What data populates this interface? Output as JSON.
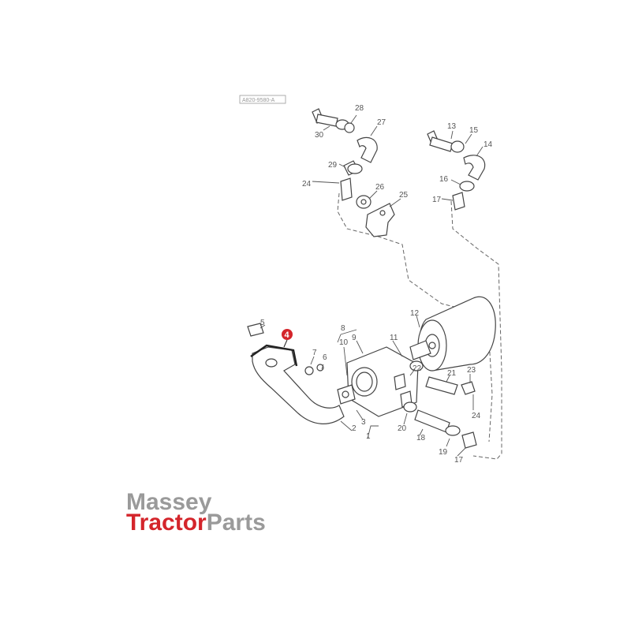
{
  "drawing_ref": "A820-9580-A",
  "highlight": {
    "number": "4",
    "color": "#d4252b"
  },
  "callouts": [
    {
      "id": "30",
      "label": "30"
    },
    {
      "id": "28",
      "label": "28"
    },
    {
      "id": "27",
      "label": "27"
    },
    {
      "id": "29",
      "label": "29"
    },
    {
      "id": "24a",
      "label": "24"
    },
    {
      "id": "26",
      "label": "26"
    },
    {
      "id": "25",
      "label": "25"
    },
    {
      "id": "13a",
      "label": "13"
    },
    {
      "id": "15",
      "label": "15"
    },
    {
      "id": "14",
      "label": "14"
    },
    {
      "id": "16",
      "label": "16"
    },
    {
      "id": "17a",
      "label": "17"
    },
    {
      "id": "12",
      "label": "12"
    },
    {
      "id": "5",
      "label": "5"
    },
    {
      "id": "8",
      "label": "8"
    },
    {
      "id": "9",
      "label": "9"
    },
    {
      "id": "10",
      "label": "10"
    },
    {
      "id": "11",
      "label": "11"
    },
    {
      "id": "7",
      "label": "7"
    },
    {
      "id": "6",
      "label": "6"
    },
    {
      "id": "22",
      "label": "22"
    },
    {
      "id": "21",
      "label": "21"
    },
    {
      "id": "23",
      "label": "23"
    },
    {
      "id": "24b",
      "label": "24"
    },
    {
      "id": "3",
      "label": "3"
    },
    {
      "id": "2",
      "label": "2"
    },
    {
      "id": "1",
      "label": "1"
    },
    {
      "id": "20",
      "label": "20"
    },
    {
      "id": "18",
      "label": "18"
    },
    {
      "id": "19",
      "label": "19"
    },
    {
      "id": "17b",
      "label": "17"
    }
  ],
  "logo": {
    "line1": "Massey",
    "line2_red": "Tractor",
    "line2_grey": "Parts"
  }
}
